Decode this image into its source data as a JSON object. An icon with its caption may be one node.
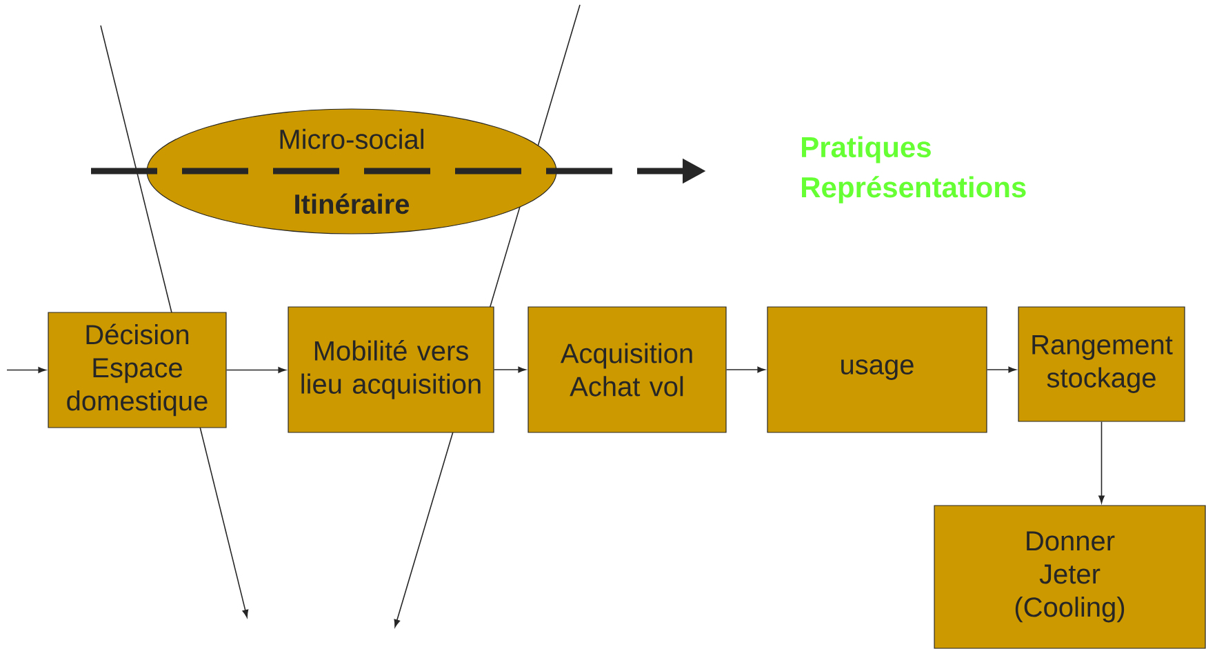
{
  "diagram": {
    "nodes": [
      {
        "text": [
          "Micro-social",
          "Itinéraire"
        ]
      },
      {
        "text": [
          "Décision Espace domestique"
        ]
      },
      {
        "text": [
          "Mobilité vers lieu acquisition"
        ]
      },
      {
        "text": [
          "Acquisition Achat vol"
        ]
      },
      {
        "text": [
          "usage"
        ]
      },
      {
        "text": [
          "Rangement stockage"
        ]
      },
      {
        "text": [
          "Donner Jeter (Cooling)"
        ]
      }
    ],
    "edges": [
      {
        "from": null,
        "to": 1,
        "arrow": "to"
      },
      {
        "from": 1,
        "to": 2,
        "arrow": "to"
      },
      {
        "from": 2,
        "to": 3,
        "arrow": "to"
      },
      {
        "from": 3,
        "to": 4,
        "arrow": "to"
      },
      {
        "from": 4,
        "to": 5,
        "arrow": "to"
      },
      {
        "from": 5,
        "to": 6,
        "arrow": "to"
      }
    ],
    "labels": [
      "Pratiques",
      "Représentations"
    ]
  }
}
